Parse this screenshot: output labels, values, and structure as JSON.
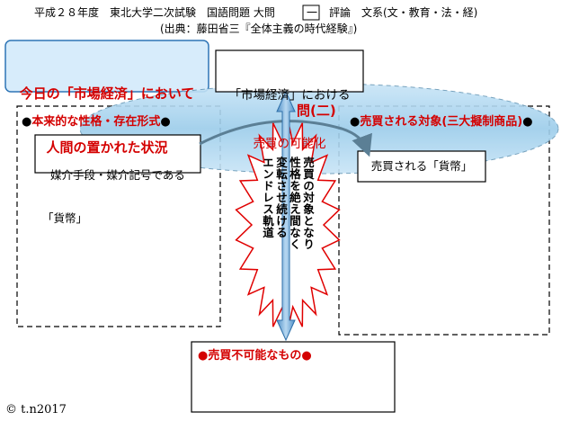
{
  "header": {
    "line1": "平成２８年度　東北大学二次試験　国語問題 大問",
    "section_mark": "一",
    "line1_rest": "評論　文系(文・教育・法・経)",
    "line2": "(出典：藤田省三『全体主義の時代経験』)"
  },
  "callout": {
    "line1": "今日の「市場経済」において",
    "line2": "人間の置かれた状況"
  },
  "top_box": {
    "line1": "「市場経済」における",
    "line2": "売買の可能化"
  },
  "question_label": "問(二)",
  "left_panel": {
    "title": "本来的な性格・存在形式",
    "item_line1": "媒介手段・媒介記号である",
    "item_line2": "「貨幣」"
  },
  "right_panel": {
    "title": "売買される対象(三大擬制商品)",
    "item": "売買される「貨幣」"
  },
  "burst": {
    "col1": "売買の対象となり",
    "col2": "性格を絶え間なく",
    "col3": "変転させ続ける",
    "col4": "エンドレス軌道"
  },
  "bottom_panel": {
    "title": "売買不可能なもの"
  },
  "copyright": "© t.n2017",
  "colors": {
    "accent_red": "#d40000",
    "callout_fill": "#d7ecfb",
    "callout_border": "#2e75b6",
    "ellipse_fill": "#a9d4ef",
    "arrow_blue": "#5b9bd5",
    "burst_stroke": "#e00000"
  }
}
